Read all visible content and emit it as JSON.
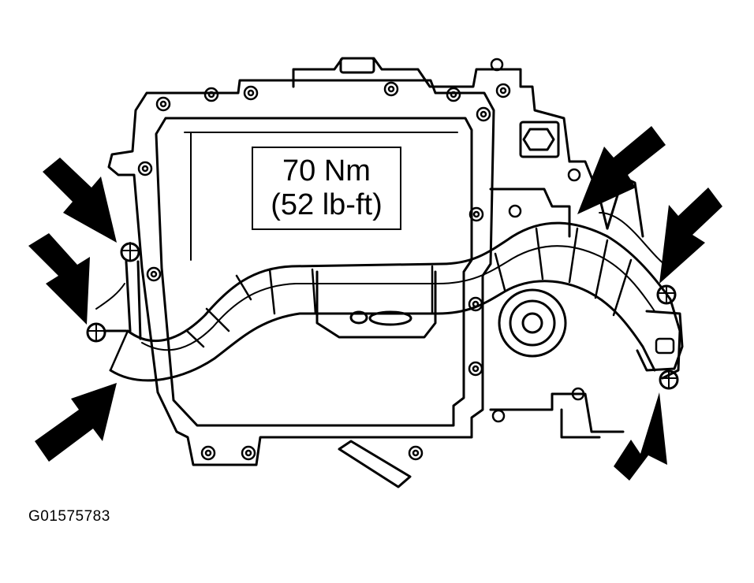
{
  "torque_label": {
    "metric": "70 Nm",
    "imperial": "(52 lb-ft)"
  },
  "figure_id": "G01575783",
  "colors": {
    "line": "#000000",
    "background": "#ffffff"
  },
  "indicator_arrow_count": 6
}
